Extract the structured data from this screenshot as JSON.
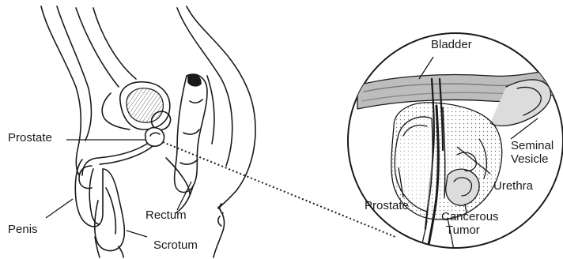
{
  "diagram": {
    "labels": {
      "prostate_left": "Prostate",
      "penis": "Penis",
      "rectum": "Rectum",
      "scrotum": "Scrotum",
      "bladder": "Bladder",
      "seminal_vesicle_line1": "Seminal",
      "seminal_vesicle_line2": "Vesicle",
      "urethra": "Urethra",
      "prostate_right": "Prostate",
      "cancerous_tumor_line1": "Cancerous",
      "cancerous_tumor_line2": "Tumor"
    },
    "colors": {
      "ink": "#1a1a1a",
      "fill_gray": "#bdbdbd",
      "fill_light": "#dcdcdc",
      "background": "#ffffff"
    }
  }
}
